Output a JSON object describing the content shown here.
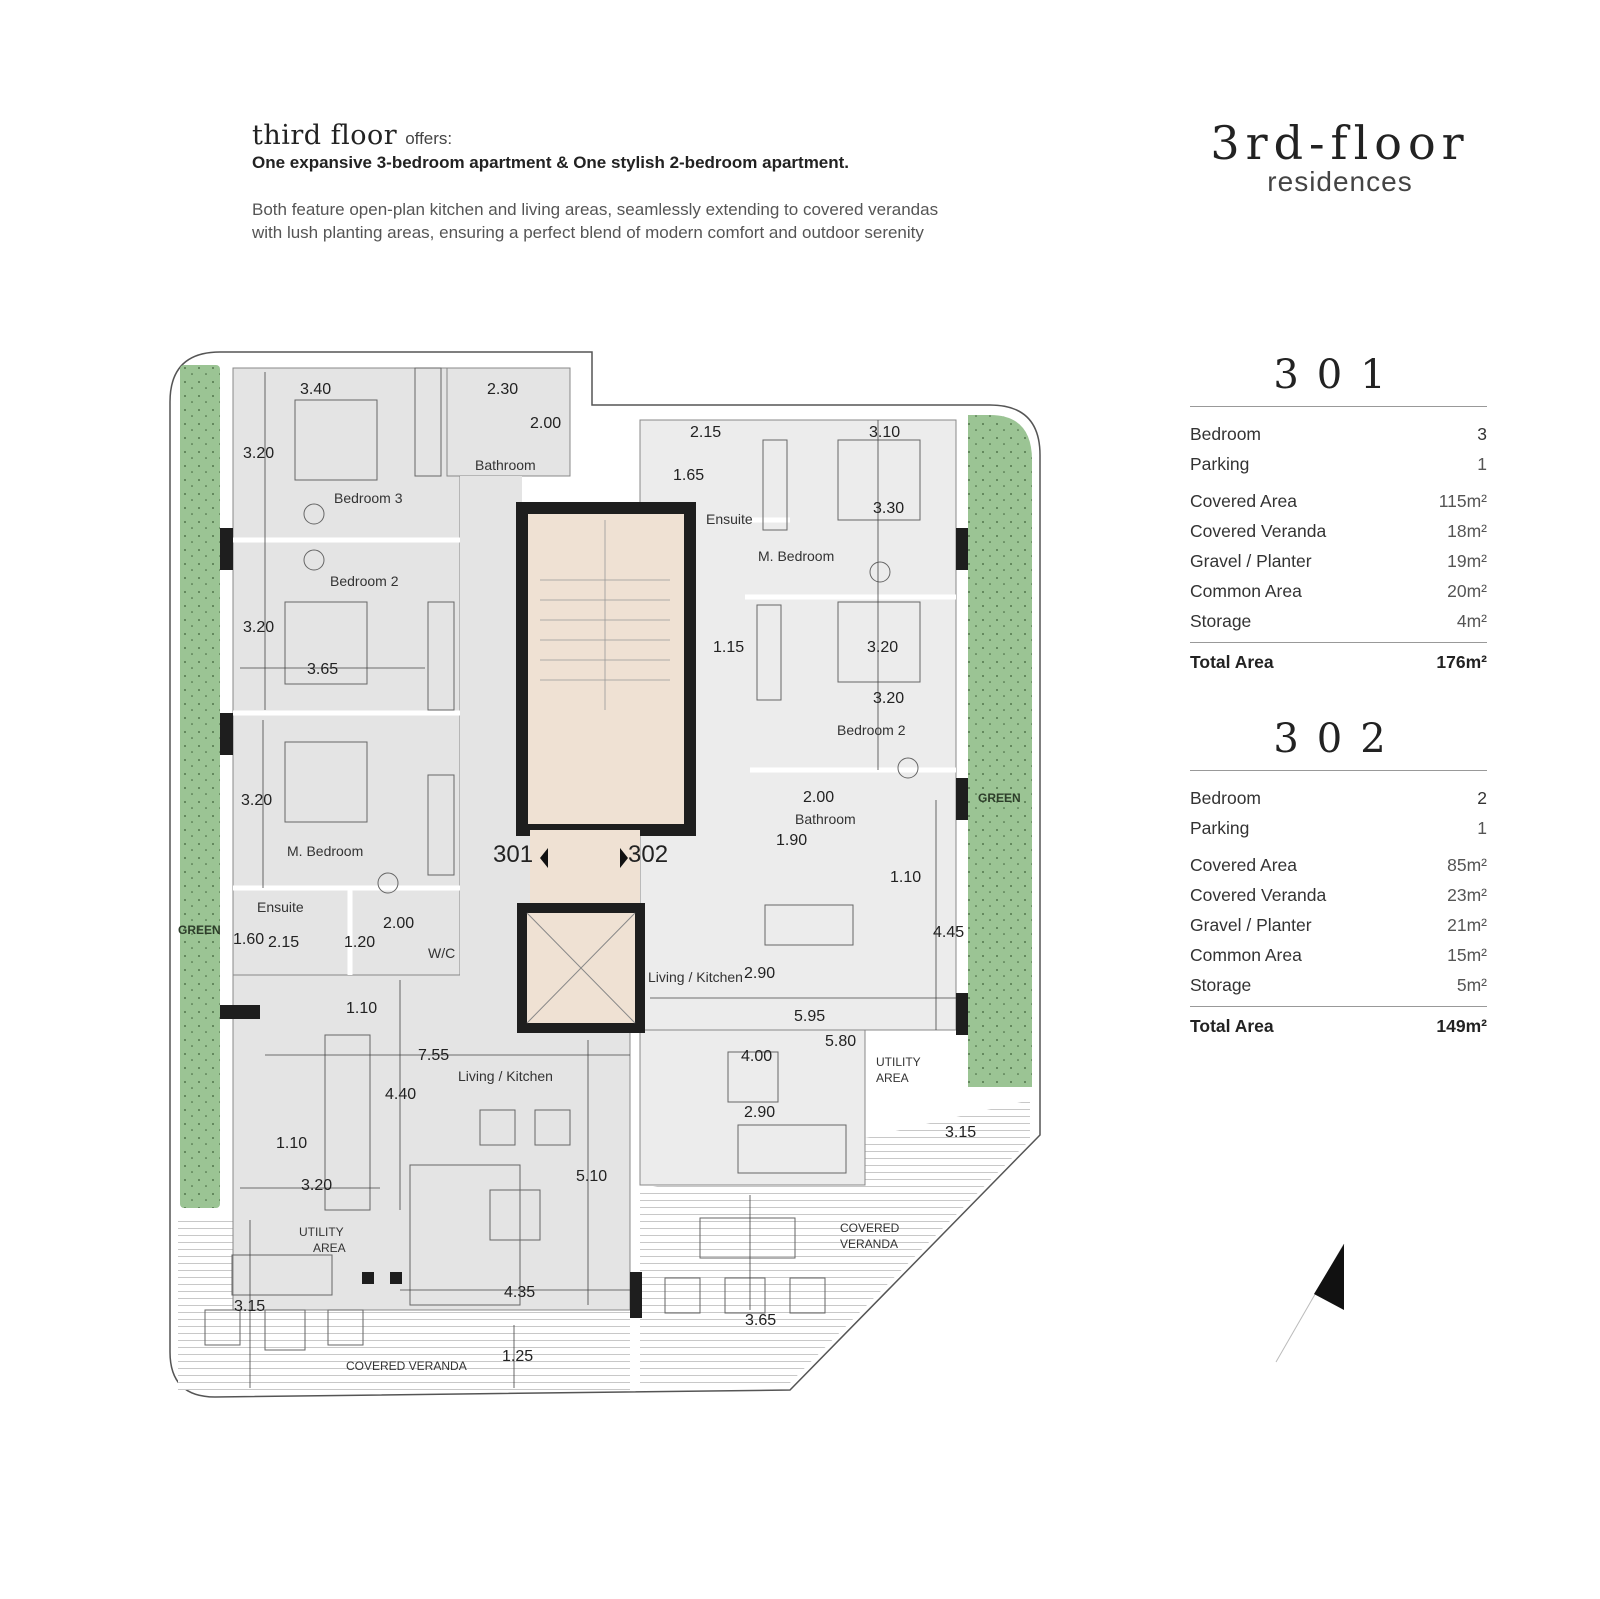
{
  "intro": {
    "title": "third floor",
    "title_suffix": "offers:",
    "subtitle": "One expansive 3-bedroom apartment & One stylish 2-bedroom apartment.",
    "description_line1": "Both feature open-plan kitchen and living areas, seamlessly extending to covered verandas",
    "description_line2": "with lush planting areas, ensuring a perfect blend of modern comfort and outdoor serenity"
  },
  "logo": {
    "main": "3rd-floor",
    "sub": "residences"
  },
  "units": [
    {
      "title": "301",
      "rows": [
        {
          "label": "Bedroom",
          "value": "3"
        },
        {
          "label": "Parking",
          "value": "1"
        },
        {
          "label": "Covered Area",
          "value": "115m²"
        },
        {
          "label": "Covered Veranda",
          "value": "18m²"
        },
        {
          "label": "Gravel / Planter",
          "value": "19m²"
        },
        {
          "label": "Common Area",
          "value": "20m²"
        },
        {
          "label": "Storage",
          "value": "4m²"
        }
      ],
      "total": {
        "label": "Total Area",
        "value": "176m²"
      }
    },
    {
      "title": "302",
      "rows": [
        {
          "label": "Bedroom",
          "value": "2"
        },
        {
          "label": "Parking",
          "value": "1"
        },
        {
          "label": "Covered Area",
          "value": "85m²"
        },
        {
          "label": "Covered Veranda",
          "value": "23m²"
        },
        {
          "label": "Gravel / Planter",
          "value": "21m²"
        },
        {
          "label": "Common Area",
          "value": "15m²"
        },
        {
          "label": "Storage",
          "value": "5m²"
        }
      ],
      "total": {
        "label": "Total Area",
        "value": "149m²"
      }
    }
  ],
  "plan": {
    "unit_labels": [
      "301",
      "302"
    ],
    "rooms": [
      "Bedroom 3",
      "Bathroom",
      "Bedroom 2",
      "M. Bedroom",
      "Ensuite",
      "W/C",
      "Living / Kitchen",
      "UTILITY",
      "AREA",
      "COVERED VERANDA",
      "GREEN",
      "Ensuite",
      "M. Bedroom",
      "Bedroom 2",
      "Bathroom",
      "Living / Kitchen",
      "UTILITY",
      "AREA",
      "COVERED",
      "VERANDA",
      "GREEN"
    ],
    "dims": [
      "3.40",
      "2.30",
      "2.00",
      "3.20",
      "3.20",
      "3.65",
      "3.20",
      "1.60",
      "2.15",
      "1.20",
      "2.00",
      "1.10",
      "7.55",
      "4.40",
      "1.10",
      "3.20",
      "5.10",
      "4.35",
      "3.15",
      "1.25",
      "2.15",
      "3.10",
      "1.65",
      "3.30",
      "1.15",
      "3.20",
      "3.20",
      "2.00",
      "1.90",
      "1.10",
      "4.45",
      "2.90",
      "5.95",
      "4.00",
      "5.80",
      "2.90",
      "3.15",
      "3.65"
    ]
  },
  "colors": {
    "green": "#9bc494",
    "floor": "#e4e4e4",
    "core": "#efe1d3",
    "wall": "#1e1e1e"
  }
}
